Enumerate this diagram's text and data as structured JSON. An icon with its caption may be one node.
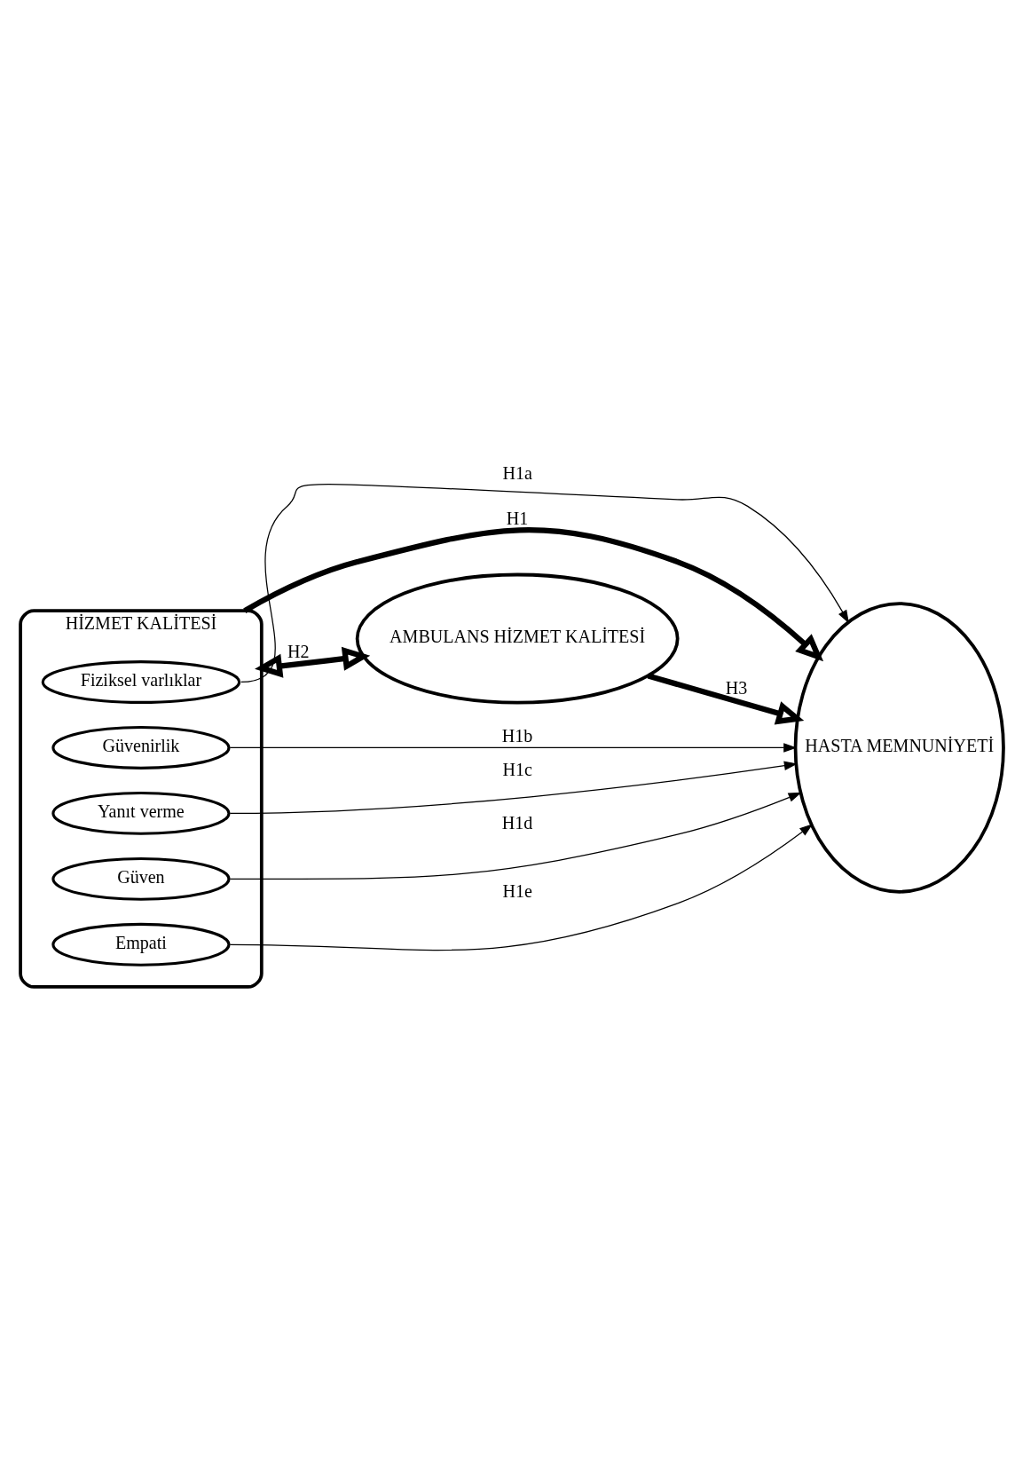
{
  "diagram": {
    "nodes": [
      {
        "text": [
          "HİZMET KALİTESİ"
        ]
      },
      {
        "text": [
          "Fiziksel varlıklar"
        ],
        "in": 0
      },
      {
        "text": [
          "Güvenirlik"
        ],
        "in": 0
      },
      {
        "text": [
          "Yanıt verme"
        ],
        "in": 0
      },
      {
        "text": [
          "Güven"
        ],
        "in": 0
      },
      {
        "text": [
          "Empati"
        ],
        "in": 0
      },
      {
        "text": [
          "HASTA MEMNUNİYETİ"
        ]
      },
      {
        "text": [
          "AMBULANS HİZMET KALİTESİ"
        ]
      }
    ],
    "edges": [
      {
        "from": 1,
        "to": 6,
        "arrow": "to",
        "label": "H1a"
      },
      {
        "from": 2,
        "to": 6,
        "arrow": "to",
        "label": "H1b"
      },
      {
        "from": 3,
        "to": 6,
        "arrow": "to",
        "label": "H1c"
      },
      {
        "from": 4,
        "to": 6,
        "arrow": "to",
        "label": "H1d"
      },
      {
        "from": 5,
        "to": 6,
        "arrow": "to",
        "label": "H1e"
      },
      {
        "from": 0,
        "to": 6,
        "arrow": "to",
        "label": "H1",
        "style": "thick"
      },
      {
        "from": 0,
        "to": 7,
        "arrow": "both",
        "label": "H2",
        "style": "thick"
      },
      {
        "from": 7,
        "to": 6,
        "arrow": "to",
        "label": "H3",
        "style": "thick"
      }
    ]
  }
}
